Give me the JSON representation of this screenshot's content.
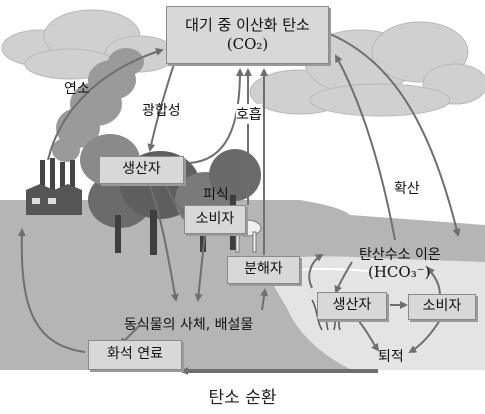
{
  "labels": {
    "co2_title": "대기 중 이산화 탄소",
    "co2_formula": "(CO₂)",
    "combustion": "연소",
    "photosynthesis": "광합성",
    "respiration": "호흡",
    "producer_land": "생산자",
    "feeding": "피식",
    "consumer_land": "소비자",
    "decomposer": "분해자",
    "diffusion": "확산",
    "bicarbonate_title": "탄산수소 이온",
    "bicarbonate_formula": "(HCO₃⁻)",
    "producer_sea": "생산자",
    "consumer_sea": "소비자",
    "remains": "동식물의 사체, 배설물",
    "fossil_fuel": "화석 연료",
    "sediment": "퇴적"
  },
  "caption": "탄소 순환",
  "colors": {
    "box_fill": "#d8d8d8",
    "arrow": "#707070",
    "ground": "#b5b5b5",
    "water": "#e4e4e4"
  }
}
